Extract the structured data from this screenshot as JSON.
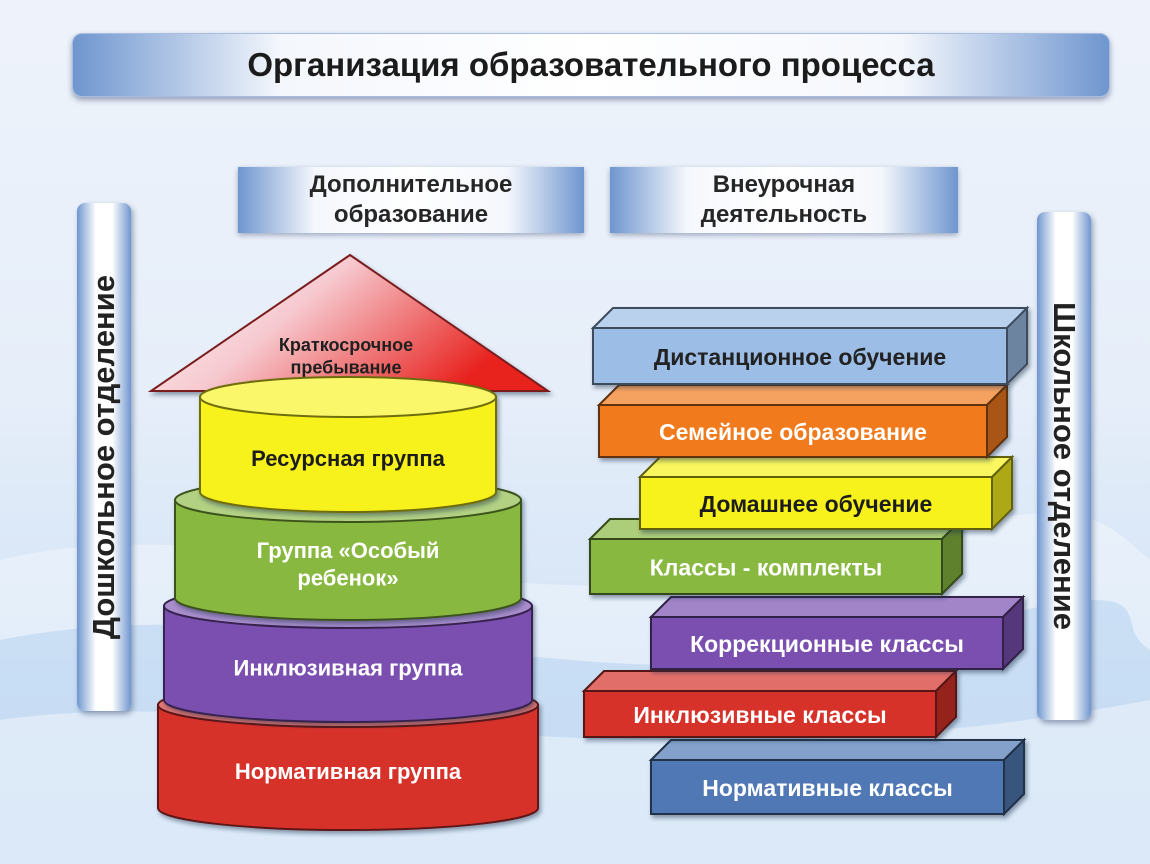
{
  "title": "Организация образовательного процесса",
  "headers": {
    "additional_education": [
      "Дополнительное",
      "образование"
    ],
    "extracurricular": [
      "Внеурочная",
      "деятельность"
    ]
  },
  "side_labels": {
    "preschool": "Дошкольное отделение",
    "school": "Школьное отделение"
  },
  "preschool_levels": {
    "triangle": {
      "lines": [
        "Краткосрочное",
        "пребывание"
      ],
      "color": "#e8231f"
    },
    "cylinders": [
      {
        "lines": [
          "Ресурсная группа"
        ],
        "color": "#f7f21c",
        "text_color": "#1f1f1f"
      },
      {
        "lines": [
          "Группа «Особый",
          "ребенок»"
        ],
        "color": "#88b840",
        "text_color": "#ffffff"
      },
      {
        "lines": [
          "Инклюзивная группа"
        ],
        "color": "#7a4fb0",
        "text_color": "#ffffff"
      },
      {
        "lines": [
          "Нормативная группа"
        ],
        "color": "#d6302c",
        "text_color": "#ffffff"
      }
    ]
  },
  "school_levels": [
    {
      "label": "Дистанционное обучение",
      "color": "#9cbde6",
      "text_color": "#222222"
    },
    {
      "label": "Семейное образование",
      "color": "#f07a1c",
      "text_color": "#ffffff"
    },
    {
      "label": "Домашнее обучение",
      "color": "#f7f21c",
      "text_color": "#1f1f1f"
    },
    {
      "label": "Классы - комплекты",
      "color": "#88b840",
      "text_color": "#ffffff"
    },
    {
      "label": "Коррекционные классы",
      "color": "#7a4fb0",
      "text_color": "#ffffff"
    },
    {
      "label": "Инклюзивные классы",
      "color": "#d6302c",
      "text_color": "#ffffff"
    },
    {
      "label": "Нормативные классы",
      "color": "#4f78b4",
      "text_color": "#ffffff"
    }
  ]
}
